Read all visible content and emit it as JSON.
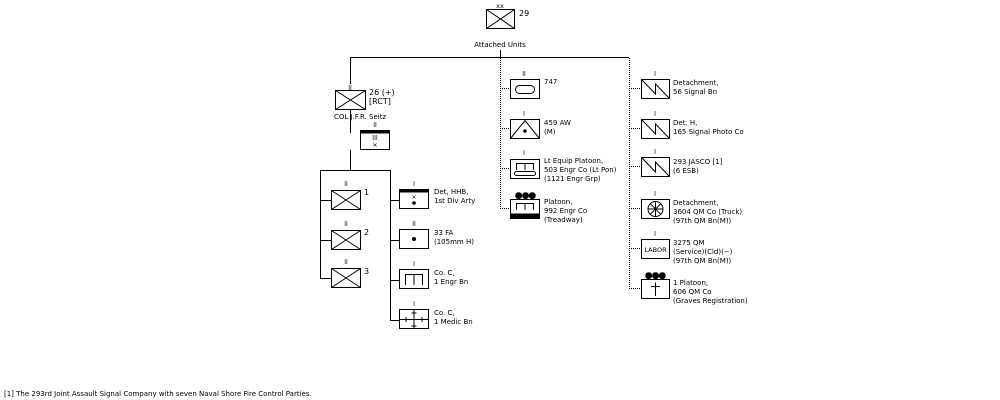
{
  "top": {
    "size": "xx",
    "designation": "29",
    "caption": "Attached Units"
  },
  "rct": {
    "size": "ll",
    "designation": "26 (+)",
    "tag": "[RCT]",
    "commander": "COL  J.F.R. Seitz",
    "hq_size": "lll"
  },
  "battalions": [
    {
      "size": "ll",
      "designation": "1"
    },
    {
      "size": "ll",
      "designation": "2"
    },
    {
      "size": "ll",
      "designation": "3"
    }
  ],
  "rct_support": [
    {
      "size": "l",
      "lines": [
        "Det, HHB,",
        "1st Div Arty"
      ]
    },
    {
      "size": "ll",
      "lines": [
        "33 FA",
        "(105mm H)"
      ]
    },
    {
      "size": "l",
      "lines": [
        "Co. C,",
        "1 Engr Bn"
      ]
    },
    {
      "size": "l",
      "lines": [
        "Co. C,",
        "1 Medic Bn"
      ]
    }
  ],
  "middle_column": [
    {
      "size": "ll",
      "lines": [
        "747"
      ]
    },
    {
      "size": "l",
      "lines": [
        "459 AW",
        "(M)"
      ]
    },
    {
      "size": "l",
      "lines": [
        "Lt Equip Platoon,",
        "503 Engr Co (Lt Pon)",
        "(1121 Engr Grp)"
      ]
    },
    {
      "size": "●●●",
      "lines": [
        "Platoon,",
        "992 Engr Co",
        "(Treadway)"
      ]
    }
  ],
  "right_column": [
    {
      "size": "l",
      "lines": [
        "Detachment,",
        "56 Signal Bn"
      ]
    },
    {
      "size": "l",
      "lines": [
        "Det. H,",
        "165 Signal Photo Co"
      ]
    },
    {
      "size": "l",
      "lines": [
        "293 JASCO [1]",
        "(6 ESB)"
      ]
    },
    {
      "size": "l",
      "lines": [
        "Detachment,",
        "3604 QM Co (Truck)",
        "(97th QM Bn(M))"
      ]
    },
    {
      "size": "l",
      "box_text": "LABOR",
      "lines": [
        "3275 QM",
        "(Service)(Cld)(−)",
        "(97th QM Bn(M))"
      ]
    },
    {
      "size": "●●●",
      "lines": [
        "1 Platoon,",
        "606 QM Co",
        "(Graves Registration)"
      ]
    }
  ],
  "footnote": "[1] The 293rd Joint Assault Signal Company with seven Naval Shore Fire Control Parties."
}
